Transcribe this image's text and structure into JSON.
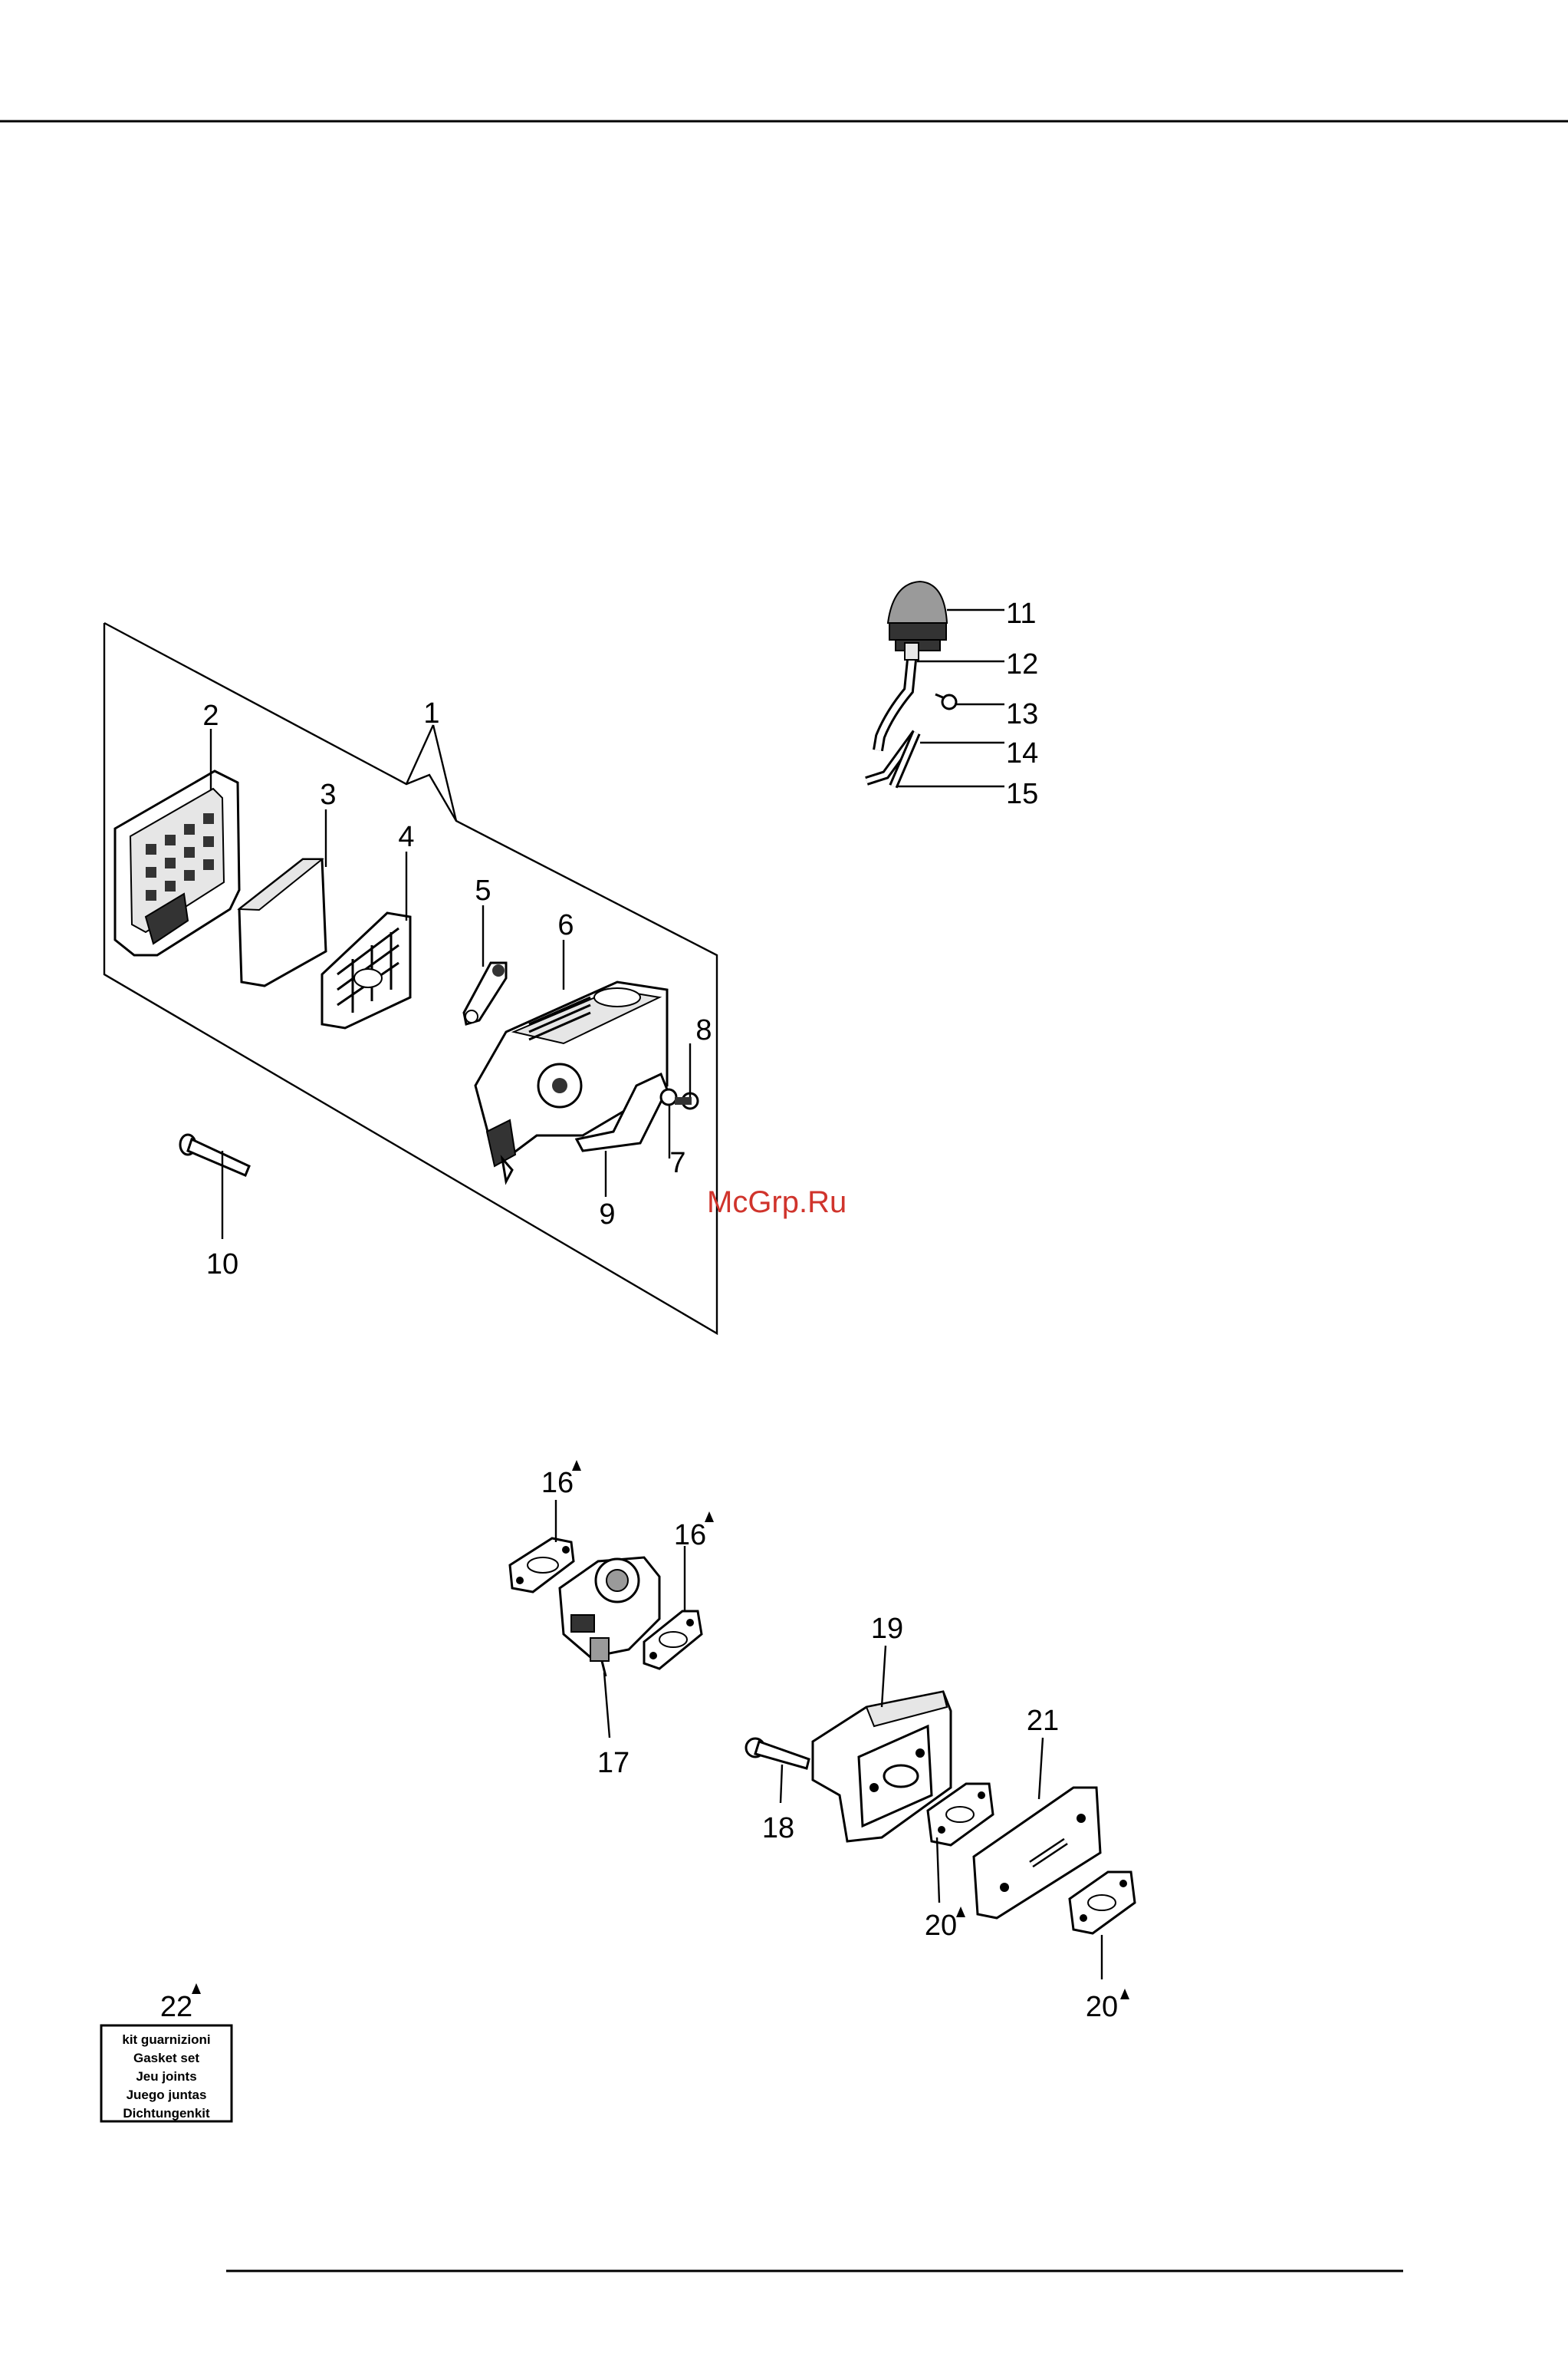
{
  "callouts": {
    "c1": "1",
    "c2": "2",
    "c3": "3",
    "c4": "4",
    "c5": "5",
    "c6": "6",
    "c7": "7",
    "c8": "8",
    "c9": "9",
    "c10": "10",
    "c11": "11",
    "c12": "12",
    "c13": "13",
    "c14": "14",
    "c15": "15",
    "c16a": "16",
    "c16b": "16",
    "c17": "17",
    "c18": "18",
    "c19": "19",
    "c20a": "20",
    "c20b": "20",
    "c21": "21",
    "c22": "22"
  },
  "watermark": "McGrp.Ru",
  "kit_label": {
    "line1": "kit guarnizioni",
    "line2": "Gasket set",
    "line3": "Jeu  joints",
    "line4": "Juego juntas",
    "line5": "Dichtungenkit"
  },
  "colors": {
    "watermark": "#d0342c",
    "ink": "#000000"
  }
}
